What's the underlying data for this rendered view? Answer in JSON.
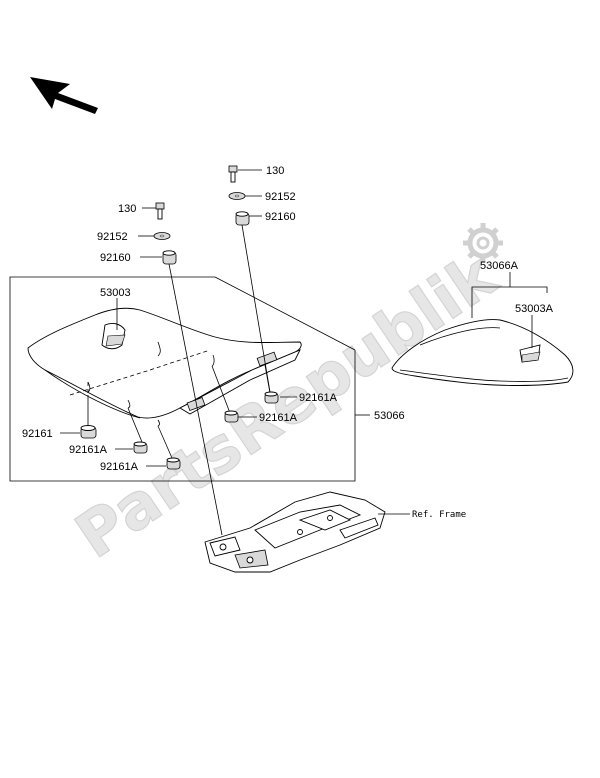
{
  "watermark": {
    "brand_text": "PartsRepublik",
    "color": "#dcdcdc"
  },
  "direction_arrow": {
    "icon": "front-direction-arrow-icon"
  },
  "labels": {
    "bolt_130_right": "130",
    "washer_92152_right": "92152",
    "damper_92160_right": "92160",
    "bolt_130_left": "130",
    "washer_92152_left": "92152",
    "damper_92160_left": "92160",
    "seat_53003": "53003",
    "damper_92161": "92161",
    "damper_92161a_1": "92161A",
    "damper_92161a_2": "92161A",
    "damper_92161a_3": "92161A",
    "damper_92161a_4": "92161A",
    "seat_assy_53066": "53066",
    "cover_assy_53066a": "53066A",
    "cover_53003a": "53003A",
    "ref_frame": "Ref. Frame"
  },
  "colors": {
    "line": "#000000",
    "part_shade": "#d9d9d9",
    "background": "#ffffff"
  }
}
